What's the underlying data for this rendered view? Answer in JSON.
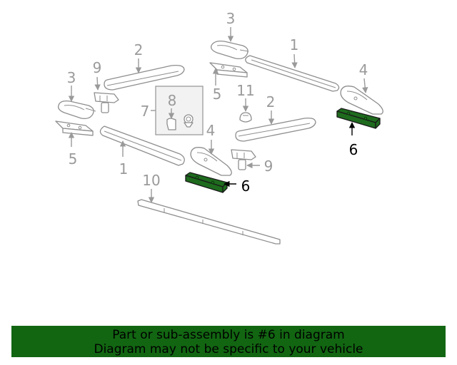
{
  "callouts": {
    "c1_right": "1",
    "c1_left": "1",
    "c2_top": "2",
    "c2_mid": "2",
    "c3_top": "3",
    "c3_left": "3",
    "c4_right": "4",
    "c4_mid": "4",
    "c5_top": "5",
    "c5_left": "5",
    "c6_right": "6",
    "c6_mid": "6",
    "c7": "7",
    "c8": "8",
    "c9_left": "9",
    "c9_right": "9",
    "c10": "10",
    "c11": "11"
  },
  "highlight_color": "#1e6b1e",
  "banner": {
    "line1": "Part or sub-assembly is #6 in diagram",
    "line2": "Diagram may not be specific to your vehicle",
    "color": "#126612"
  }
}
